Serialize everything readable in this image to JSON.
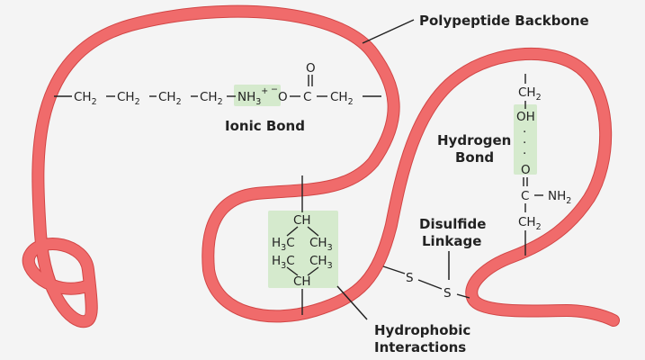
{
  "labels": {
    "backbone": "Polypeptide Backbone",
    "ionic": "Ionic Bond",
    "hydrogen_line1": "Hydrogen",
    "hydrogen_line2": "Bond",
    "disulfide_line1": "Disulfide",
    "disulfide_line2": "Linkage",
    "hydrophobic_line1": "Hydrophobic",
    "hydrophobic_line2": "Interactions"
  },
  "ionic_chain": {
    "ch2": "CH",
    "sub2": "2",
    "nh3": "NH",
    "sub3": "3",
    "plus": "+",
    "minus": "−",
    "o": "O",
    "c": "C",
    "carbonyl_o": "O"
  },
  "hydrophobic_group": {
    "ch": "CH",
    "h3c": "H",
    "c": "C",
    "ch3": "CH",
    "sub3": "3"
  },
  "hydrogen_chain": {
    "ch2": "CH",
    "sub2": "2",
    "oh": "OH",
    "dot": "·",
    "o": "O",
    "c": "C",
    "nh2": "NH",
    "dash": "–"
  },
  "disulfide": {
    "s": "S"
  },
  "colors": {
    "backbone": "#f06b6b",
    "highlight": "#cfe8c5",
    "background": "#f4f4f4"
  }
}
